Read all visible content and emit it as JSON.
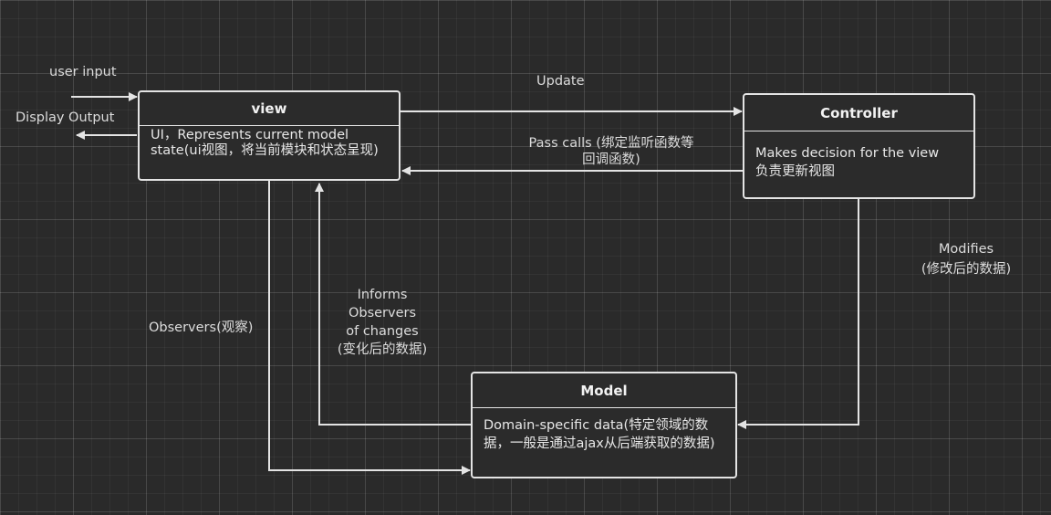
{
  "colors": {
    "background": "#2a2a2a",
    "grid": "#3a3a3a",
    "stroke": "#e4e4e4",
    "text": "#e6e6e6"
  },
  "nodes": {
    "view": {
      "title": "view",
      "body": "UI，Represents current model state(ui视图，将当前模块和状态呈现)"
    },
    "controller": {
      "title": "Controller",
      "body_line1": "Makes decision for the view",
      "body_line2": "负责更新视图"
    },
    "model": {
      "title": "Model",
      "body": "Domain-specific data(特定领域的数据，一般是通过ajax从后端获取的数据)"
    }
  },
  "edges": {
    "user_input": "user input",
    "display_output": "Display Output",
    "update": "Update",
    "pass_calls_line1": "Pass calls (绑定监听函数等",
    "pass_calls_line2": "回调函数)",
    "modifies_line1": "Modifies",
    "modifies_line2": "(修改后的数据)",
    "informs_line1": "Informs",
    "informs_line2": "Observers",
    "informs_line3": "of changes",
    "informs_line4": "(变化后的数据)",
    "observers": "Observers(观察)"
  }
}
